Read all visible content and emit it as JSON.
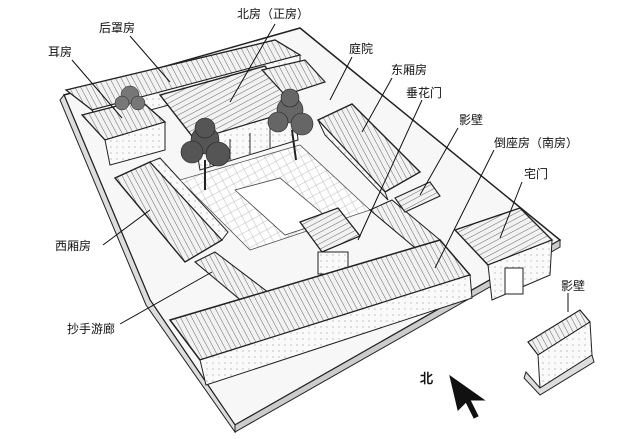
{
  "labels": {
    "rear_cover_house": "后罩房",
    "north_main_house": "北房（正房）",
    "ear_house": "耳房",
    "courtyard": "庭院",
    "east_wing": "东厢房",
    "hanging_flower_gate": "垂花门",
    "screen_wall_inner": "影壁",
    "south_house": "倒座房（南房）",
    "house_gate": "宅门",
    "west_wing": "西厢房",
    "veranda": "抄手游廊",
    "screen_wall_outer": "影壁"
  },
  "compass": {
    "label": "北"
  }
}
